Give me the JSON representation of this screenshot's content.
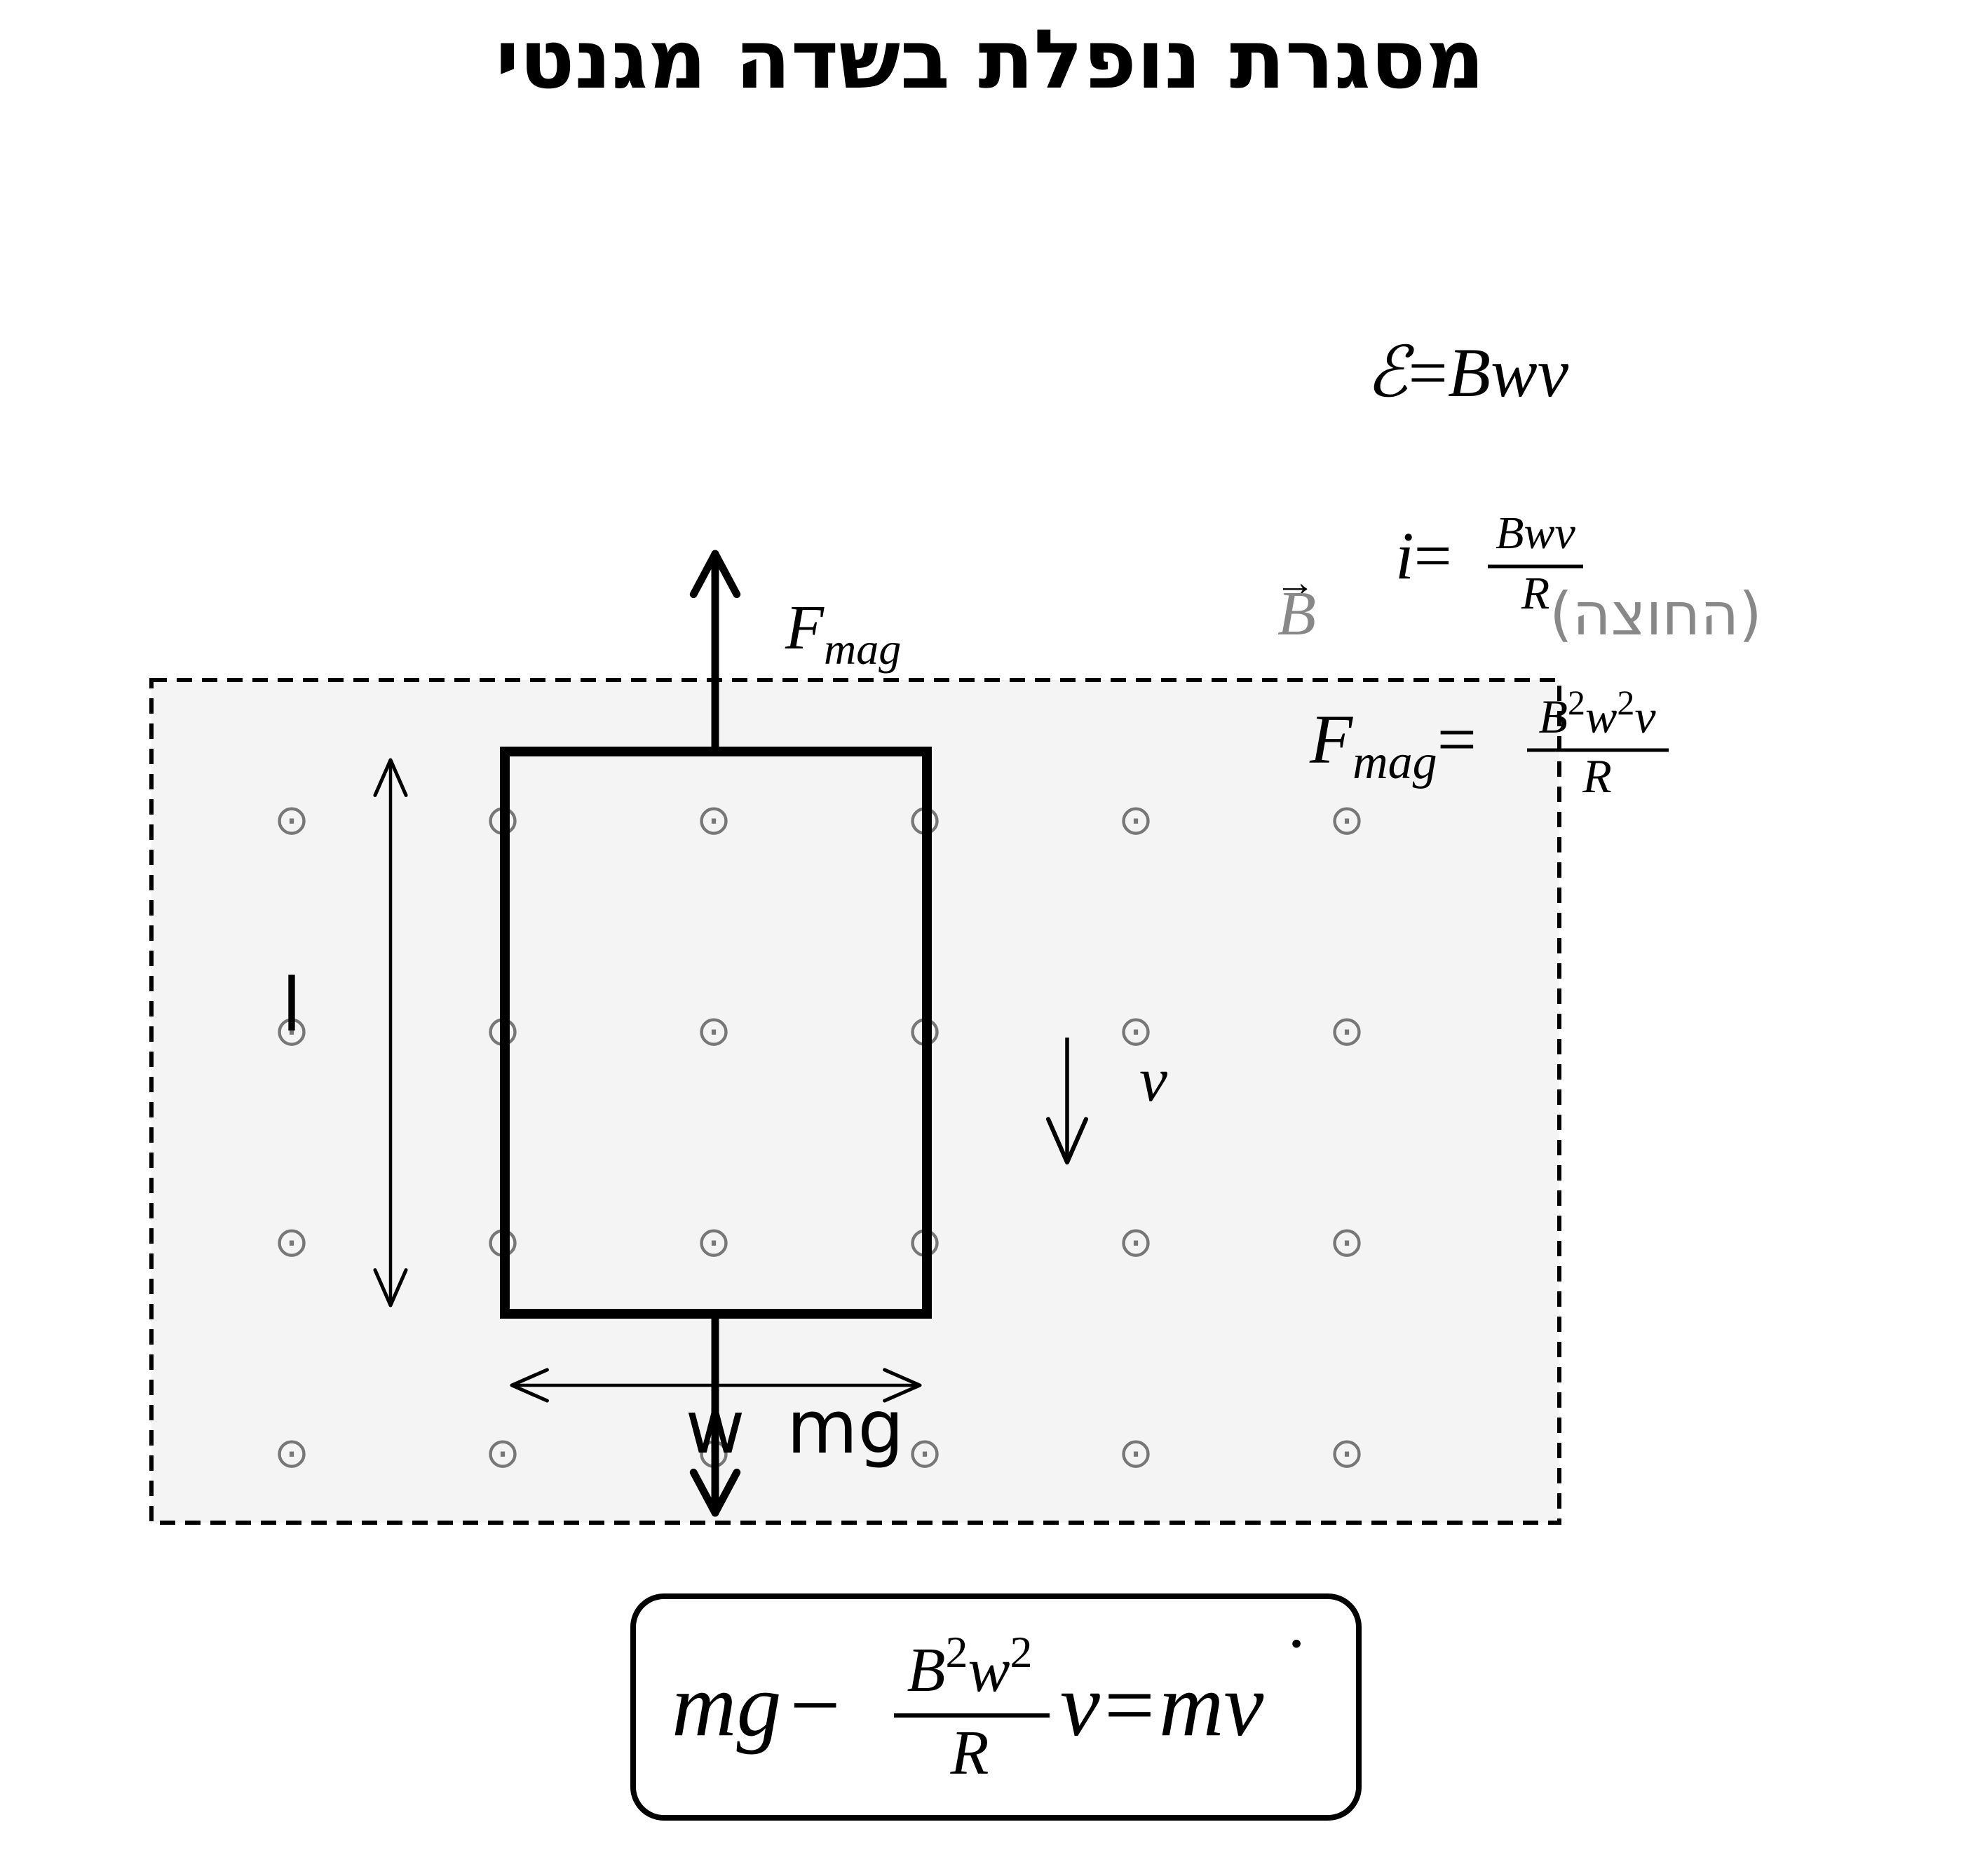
{
  "title": "מסגרת נופלת בשדה מגנטי",
  "colors": {
    "ink": "#000000",
    "field_fill": "#f4f4f4",
    "field_symbol": "#777777",
    "b_label": "#888888"
  },
  "field": {
    "symbol": "⊙",
    "vector_letter": "B",
    "vector_arrow": "→",
    "label_hebrew": "(החוצה)",
    "rows": 4,
    "cols": 6
  },
  "labels": {
    "current": "I",
    "height": "l",
    "width": "w",
    "weight": "mg",
    "velocity": "v"
  },
  "f_mag_label": {
    "base": "F",
    "sub": "mag"
  },
  "equations": {
    "emf": {
      "lhs": "ℰ",
      "eq": "=",
      "rhs": "Bwv"
    },
    "current": {
      "lhs": "i",
      "eq": "=",
      "num": "Bwv",
      "den": "R"
    },
    "force": {
      "lhs": "F",
      "lhs_sub": "mag",
      "eq": "=",
      "num_b": "B",
      "num_sup1": "2",
      "num_w": "w",
      "num_sup2": "2",
      "num_v": "v",
      "den": "R"
    },
    "motion": {
      "lhs": "mg",
      "minus": "−",
      "num_b": "B",
      "num_sup1": "2",
      "num_w": "w",
      "num_sup2": "2",
      "den": "R",
      "v": "v",
      "eq": "=",
      "rhs_m": "m",
      "rhs_v": "v",
      "rhs_dot": "˙"
    }
  }
}
